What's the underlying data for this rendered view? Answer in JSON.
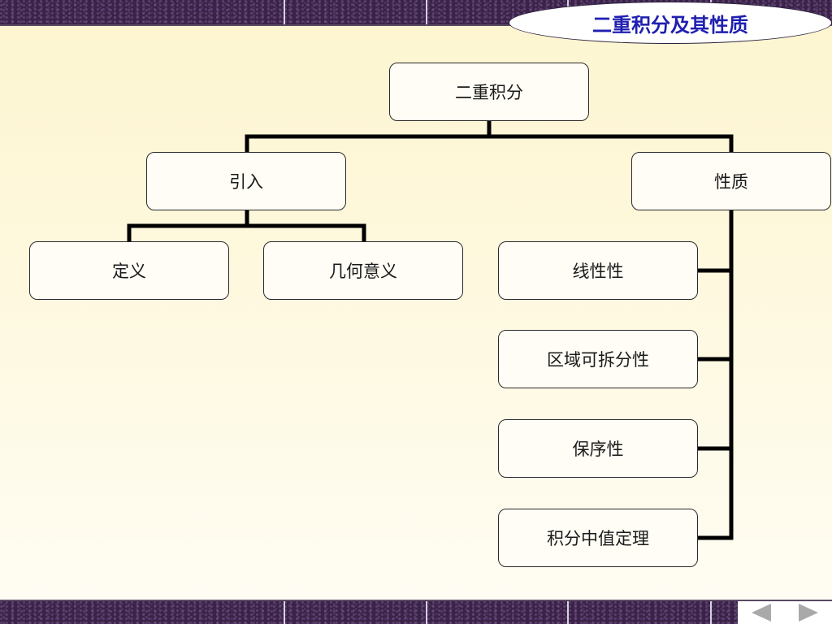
{
  "slide": {
    "title": "二重积分及其性质"
  },
  "diagram": {
    "root": "二重积分",
    "branches": [
      {
        "label": "引入",
        "children": [
          "定义",
          "几何意义"
        ]
      },
      {
        "label": "性质",
        "children": [
          "线性性",
          "区域可拆分性",
          "保序性",
          "积分中值定理"
        ]
      }
    ]
  },
  "navigation": {
    "prev_icon": "triangle-left-icon",
    "next_icon": "triangle-right-icon",
    "icon_color": "#a9a9a9"
  },
  "colors": {
    "title_text": "#1f1fb0",
    "band": "#3a2346",
    "background": "#fdf5cf"
  }
}
